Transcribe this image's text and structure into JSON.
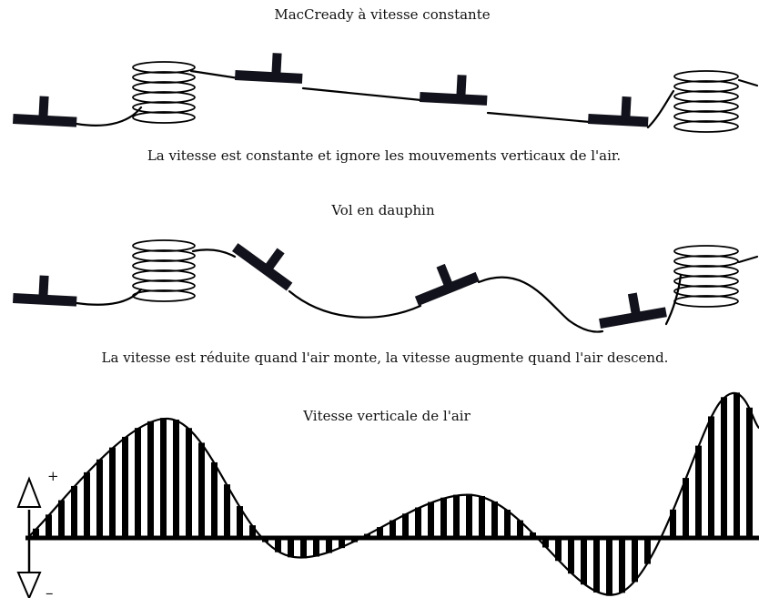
{
  "panel1": {
    "title": "MacCready à vitesse constante",
    "caption": "La vitesse est constante et ignore les mouvements verticaux de l'air."
  },
  "panel2": {
    "title": "Vol en dauphin",
    "caption": "La vitesse est réduite quand l'air monte, la vitesse augmente quand l'air descend."
  },
  "panel3": {
    "title": "Vitesse verticale de l'air",
    "plus_sign": "+",
    "minus_sign": "–"
  },
  "colors": {
    "ink": "#000000",
    "glider": "#12121c",
    "background": "#ffffff"
  },
  "icons": [
    "glider-icon",
    "thermal-spiral-icon",
    "up-arrow-icon",
    "down-arrow-icon"
  ]
}
